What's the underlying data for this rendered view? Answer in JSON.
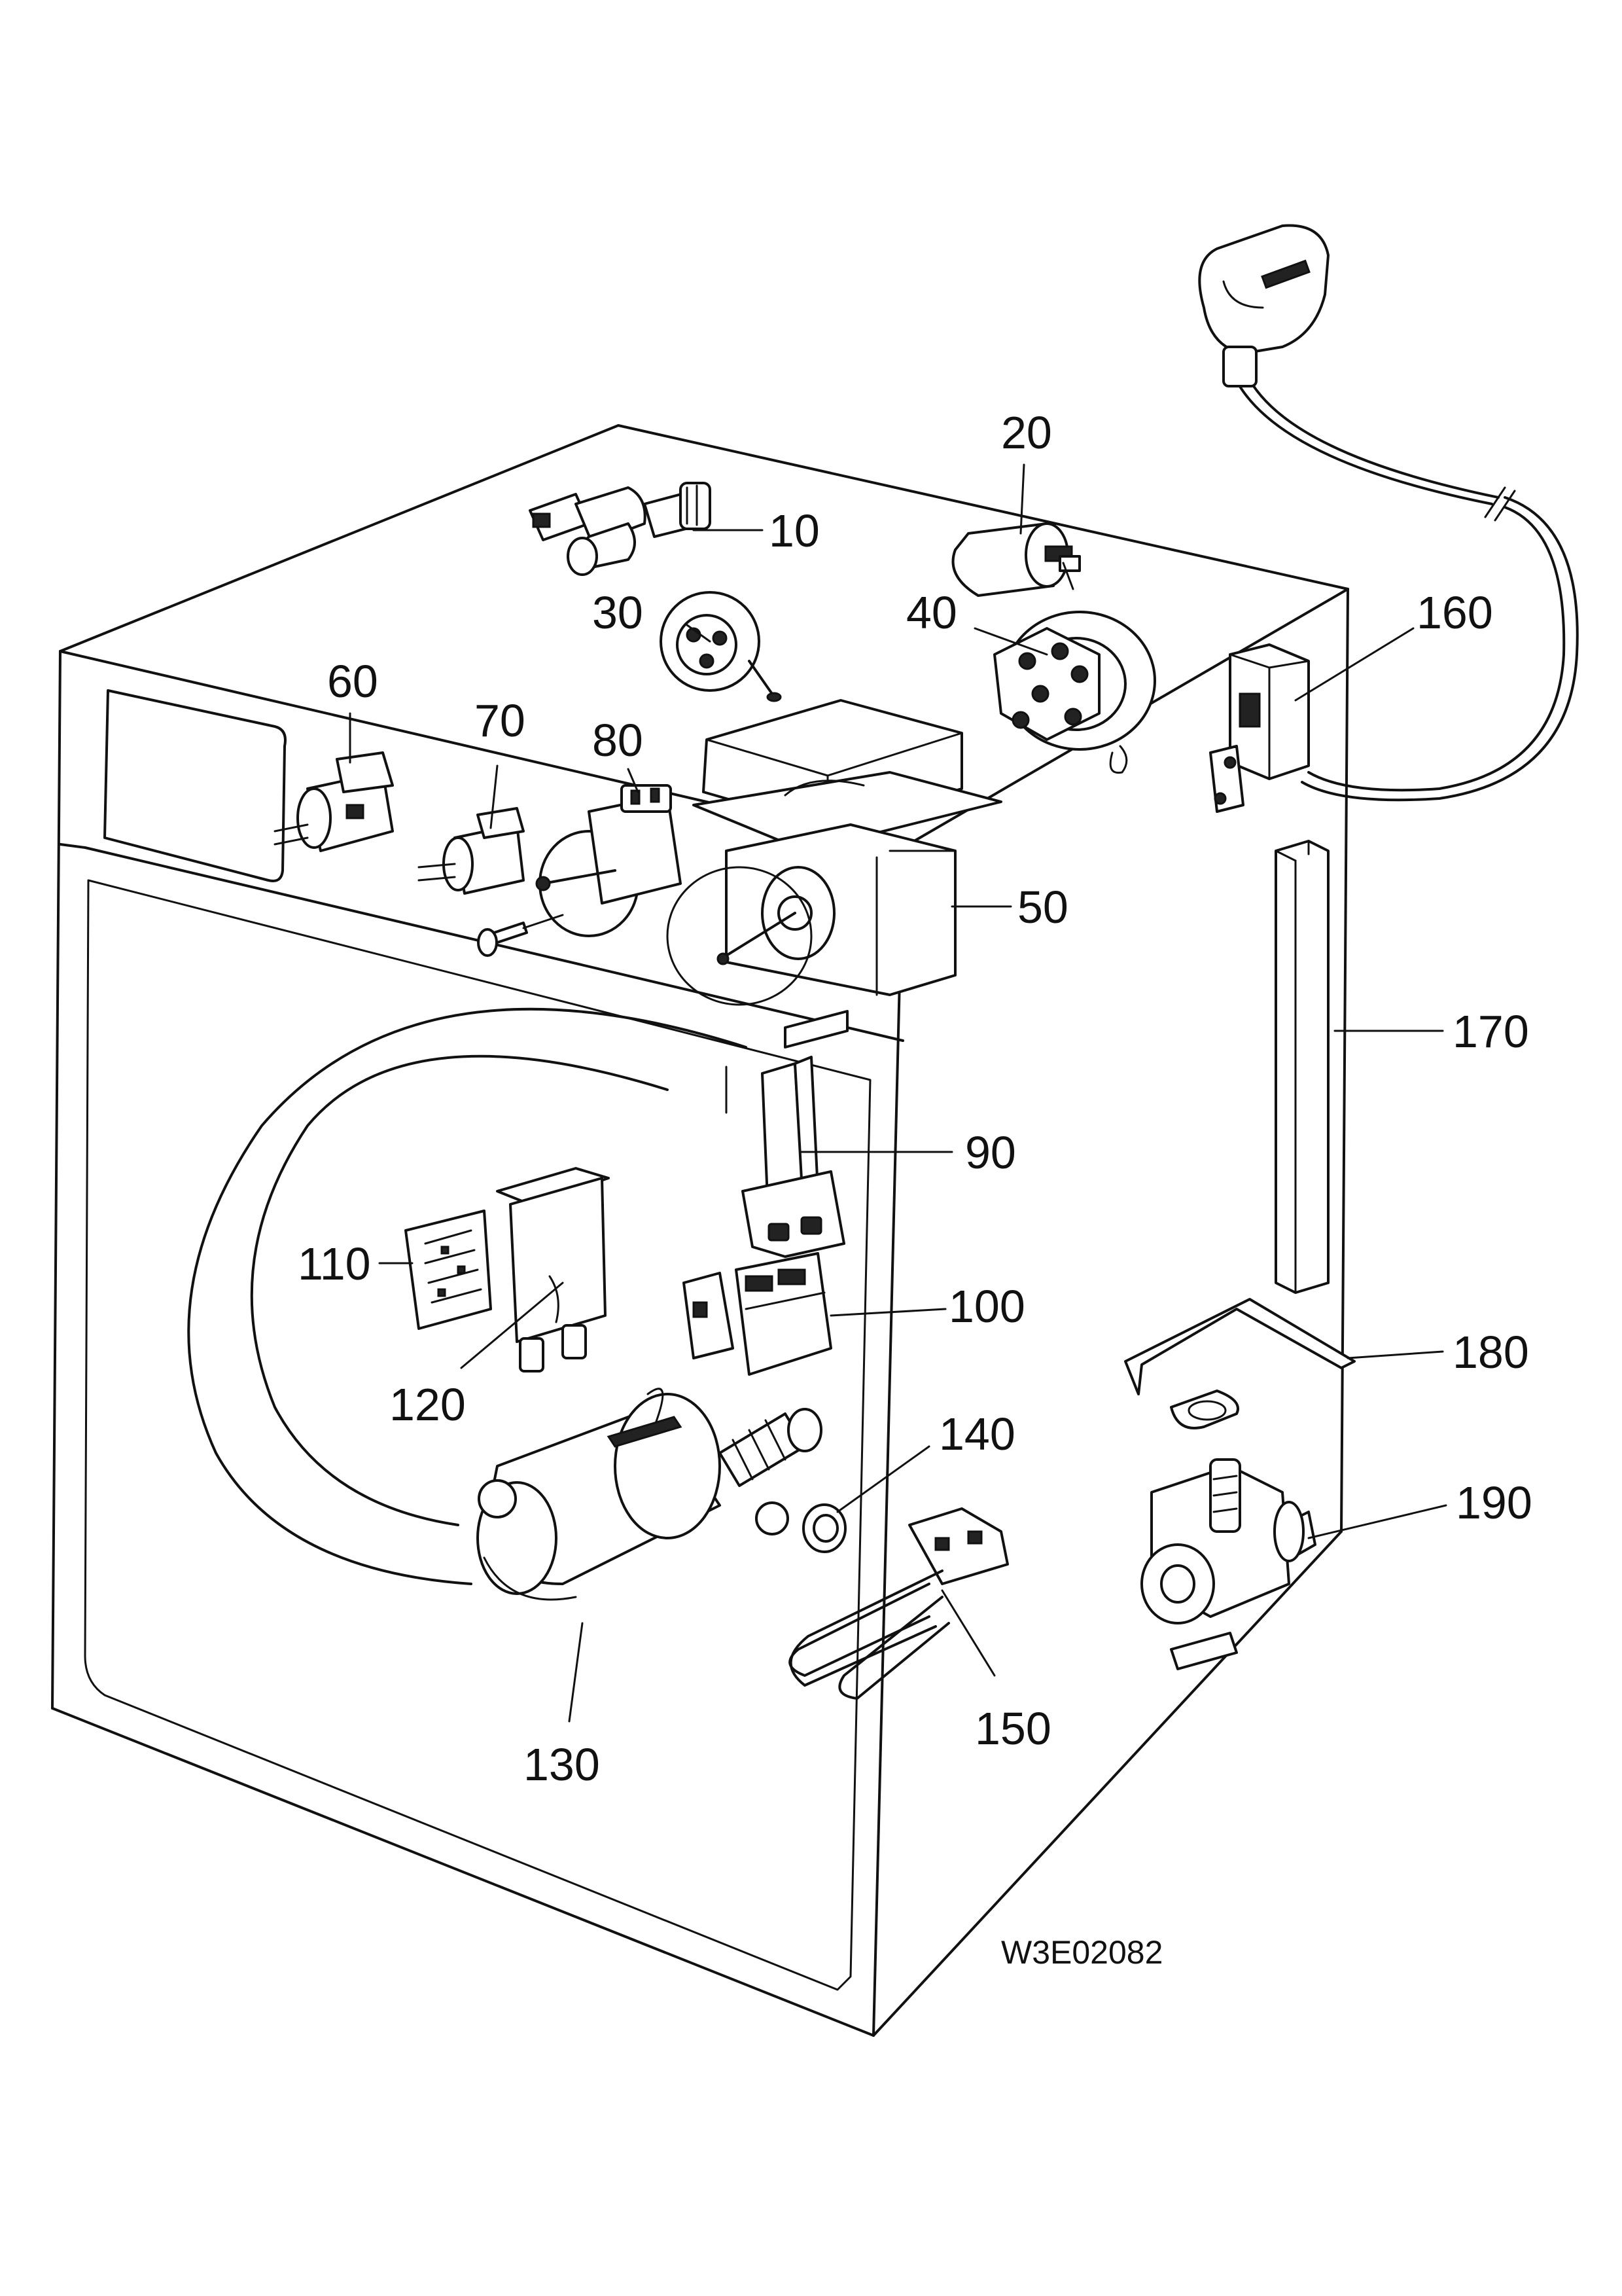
{
  "diagram": {
    "drawing_code": "W3E02082",
    "parts": [
      {
        "id": "p10",
        "label": "10",
        "icon": "water-inlet-valve-icon"
      },
      {
        "id": "p20",
        "label": "20",
        "icon": "capacitor-icon"
      },
      {
        "id": "p30",
        "label": "30",
        "icon": "pressure-switch-icon"
      },
      {
        "id": "p40",
        "label": "40",
        "icon": "pressure-switch-icon"
      },
      {
        "id": "p50",
        "label": "50",
        "icon": "programme-timer-icon"
      },
      {
        "id": "p60",
        "label": "60",
        "icon": "push-button-switch-icon"
      },
      {
        "id": "p70",
        "label": "70",
        "icon": "push-button-switch-icon"
      },
      {
        "id": "p80",
        "label": "80",
        "icon": "selector-switch-icon"
      },
      {
        "id": "p90",
        "label": "90",
        "icon": "door-bracket-icon"
      },
      {
        "id": "p100",
        "label": "100",
        "icon": "door-interlock-icon"
      },
      {
        "id": "p110",
        "label": "110",
        "icon": "circuit-board-icon"
      },
      {
        "id": "p120",
        "label": "120",
        "icon": "motor-control-module-icon"
      },
      {
        "id": "p130",
        "label": "130",
        "icon": "drive-motor-icon"
      },
      {
        "id": "p140",
        "label": "140",
        "icon": "thermostat-icon"
      },
      {
        "id": "p150",
        "label": "150",
        "icon": "heating-element-icon"
      },
      {
        "id": "p160",
        "label": "160",
        "icon": "mains-filter-icon"
      },
      {
        "id": "p170",
        "label": "170",
        "icon": "cable-channel-icon"
      },
      {
        "id": "p180",
        "label": "180",
        "icon": "support-bracket-icon"
      },
      {
        "id": "p190",
        "label": "190",
        "icon": "drain-pump-icon"
      }
    ]
  }
}
